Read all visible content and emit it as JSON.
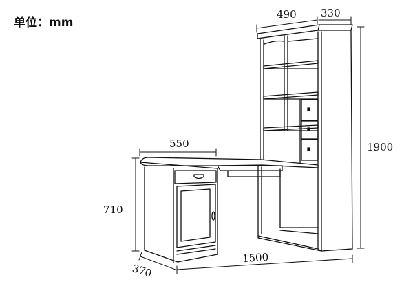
{
  "unit_label": "单位：mm",
  "dimensions": {
    "top_width": "490",
    "top_depth": "330",
    "total_height": "1900",
    "desk_section_width": "550",
    "desk_height": "710",
    "total_width": "1500",
    "depth": "370"
  },
  "colors": {
    "line": "#111111",
    "background": "#ffffff"
  }
}
